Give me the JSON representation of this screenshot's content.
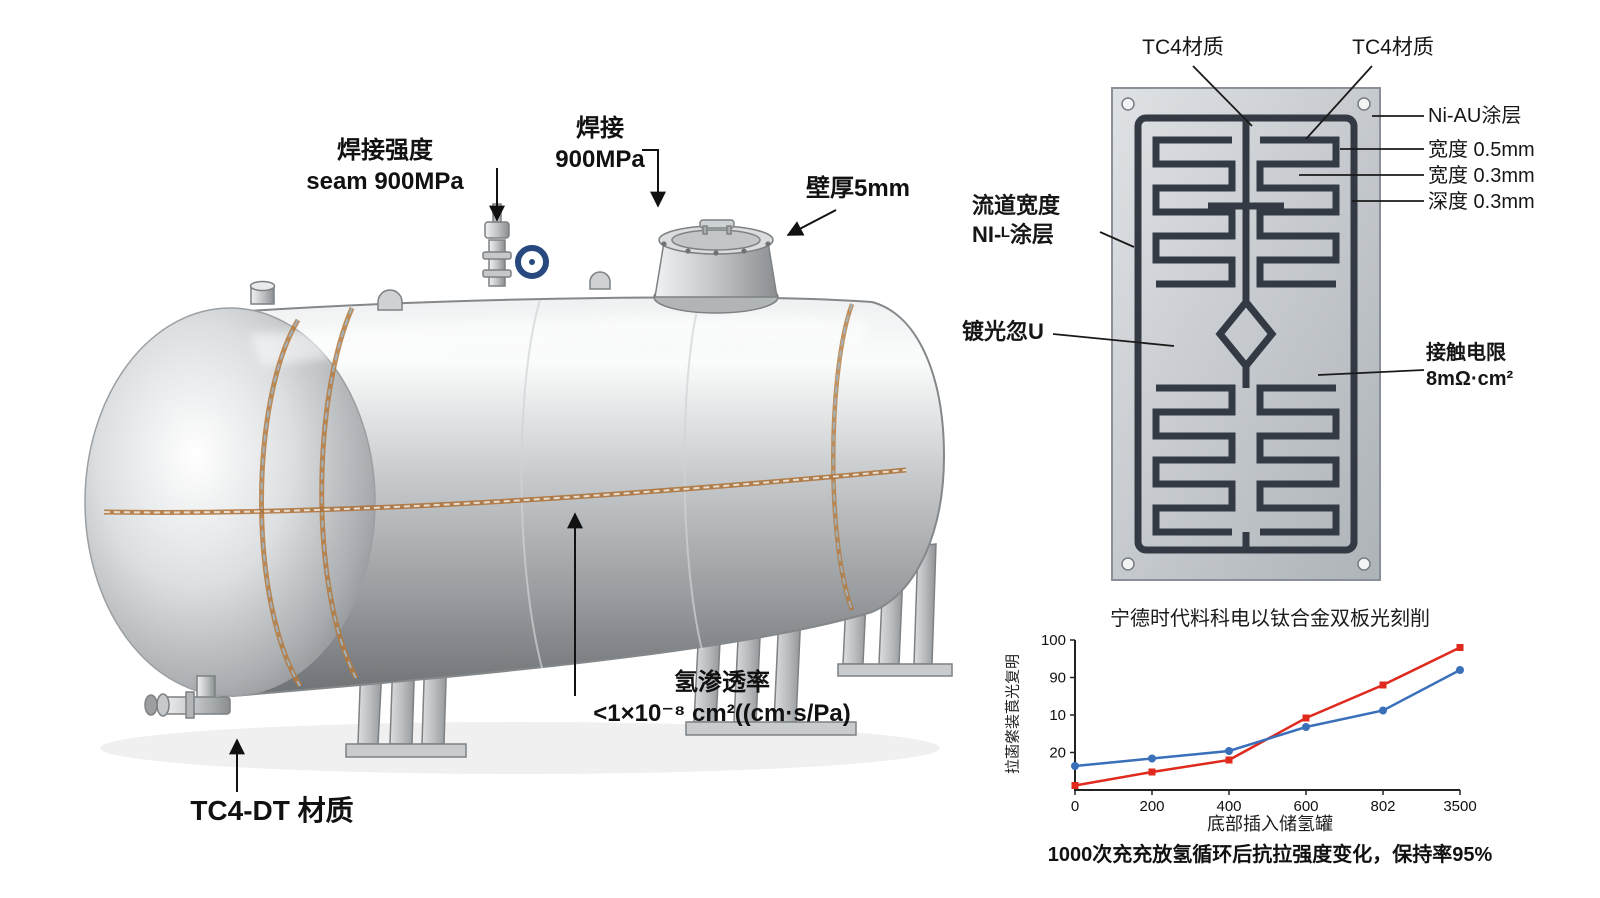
{
  "tank": {
    "weld_strength": {
      "line1": "焊接强度",
      "line2": "seam 900MPa"
    },
    "weld": {
      "line1": "焊接",
      "line2": "900MPa"
    },
    "wall_thickness": "壁厚5mm",
    "permeability": {
      "line1": "氢渗透率",
      "line2": "<1×10⁻⁸ cm²((cm·s/Pa)"
    },
    "material": "TC4-DT 材质"
  },
  "plate": {
    "tc4_left": "TC4材质",
    "tc4_right": "TC4材质",
    "ni_au_coating": "Ni-AU涂层",
    "width_05": "宽度 0.5mm",
    "width_03": "宽度 0.3mm",
    "depth_03": "深度 0.3mm",
    "channel": {
      "line1": "流道宽度",
      "line2": "NI-ᴸ涂层"
    },
    "plating": "镀光忽U",
    "contact": {
      "line1": "接触电限",
      "line2": "8mΩ·cm²"
    }
  },
  "chart_data": {
    "type": "line",
    "title": "宁德时代料科电以钛合金双板光刻削",
    "xlabel": "底部插入储氢罐",
    "ylabel": "拉菡綮装莨光复明",
    "caption": "1000次充充放氢循环后抗拉强度变化，保持率95%",
    "x": [
      0,
      200,
      400,
      600,
      800,
      1000
    ],
    "x_tick_labels": [
      "0",
      "200",
      "400",
      "600",
      "802",
      "3500"
    ],
    "y_tick_values": [
      100,
      75,
      50,
      25
    ],
    "y_tick_labels": [
      "100",
      "90",
      "10",
      "20"
    ],
    "ylim": [
      0,
      100
    ],
    "grid": false,
    "series": [
      {
        "name": "red",
        "color": "#e02a1e",
        "marker": "square",
        "values": [
          3,
          12,
          20,
          48,
          70,
          95
        ]
      },
      {
        "name": "blue",
        "color": "#3a6fba",
        "marker": "circle",
        "values": [
          16,
          21,
          26,
          42,
          53,
          80
        ]
      }
    ]
  }
}
